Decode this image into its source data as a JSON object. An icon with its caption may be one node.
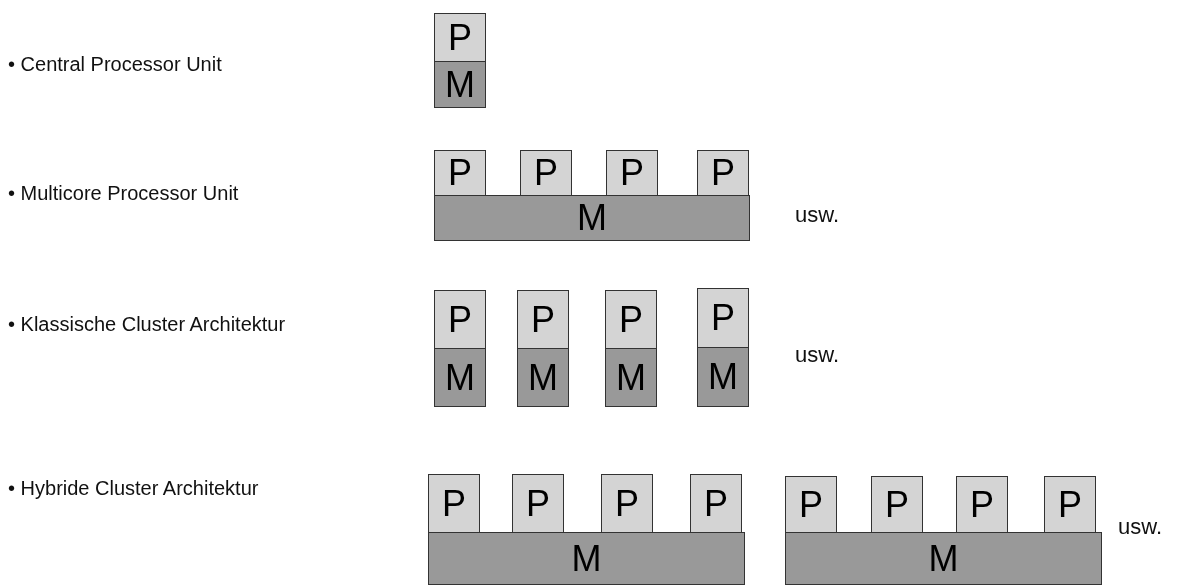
{
  "diagram": {
    "nodes": [
      {
        "text": [
          "P"
        ]
      },
      {
        "text": [
          "M"
        ]
      },
      {
        "text": [
          "P"
        ]
      },
      {
        "text": [
          "P"
        ]
      },
      {
        "text": [
          "P"
        ]
      },
      {
        "text": [
          "P"
        ]
      },
      {
        "text": [
          "M"
        ]
      },
      {
        "text": [
          "P"
        ]
      },
      {
        "text": [
          "M"
        ]
      },
      {
        "text": [
          "P"
        ]
      },
      {
        "text": [
          "M"
        ]
      },
      {
        "text": [
          "P"
        ]
      },
      {
        "text": [
          "M"
        ]
      },
      {
        "text": [
          "P"
        ]
      },
      {
        "text": [
          "M"
        ]
      },
      {
        "text": [
          "P"
        ]
      },
      {
        "text": [
          "P"
        ]
      },
      {
        "text": [
          "P"
        ]
      },
      {
        "text": [
          "P"
        ]
      },
      {
        "text": [
          "M"
        ]
      },
      {
        "text": [
          "P"
        ]
      },
      {
        "text": [
          "P"
        ]
      },
      {
        "text": [
          "P"
        ]
      },
      {
        "text": [
          "P"
        ]
      },
      {
        "text": [
          "M"
        ]
      }
    ],
    "labels": [
      "• Central Processor Unit",
      "• Multicore Processor Unit",
      "usw.",
      "• Klassische Cluster Architektur",
      "usw.",
      "• Hybride Cluster Architektur",
      "usw."
    ]
  }
}
